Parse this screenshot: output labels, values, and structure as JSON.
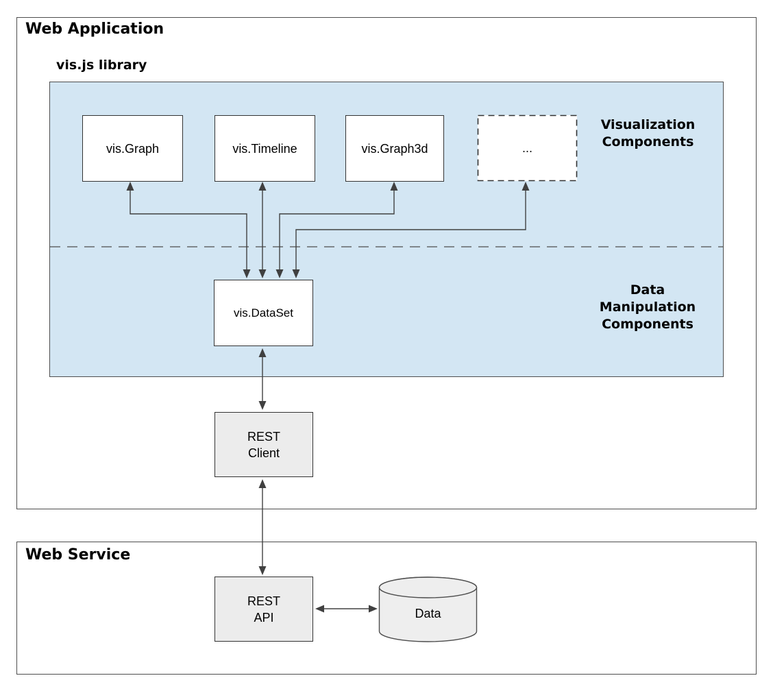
{
  "web_application": {
    "title": "Web Application"
  },
  "web_service": {
    "title": "Web Service"
  },
  "library": {
    "title": "vis.js library",
    "visualization_label": "Visualization\nComponents",
    "data_manipulation_label": "Data\nManipulation\nComponents"
  },
  "nodes": {
    "vis_graph": {
      "label": "vis.Graph"
    },
    "vis_timeline": {
      "label": "vis.Timeline"
    },
    "vis_graph3d": {
      "label": "vis.Graph3d"
    },
    "more": {
      "label": "..."
    },
    "vis_dataset": {
      "label": "vis.DataSet"
    },
    "rest_client": {
      "label": "REST\nClient"
    },
    "rest_api": {
      "label": "REST\nAPI"
    },
    "data_store": {
      "label": "Data"
    }
  },
  "colors": {
    "library_fill": "#d3e6f3",
    "node_fill": "#ffffff",
    "service_node_fill": "#ececec",
    "border": "#4d4d4d",
    "node_border": "#333333",
    "arrow": "#404040",
    "text": "#000000"
  }
}
